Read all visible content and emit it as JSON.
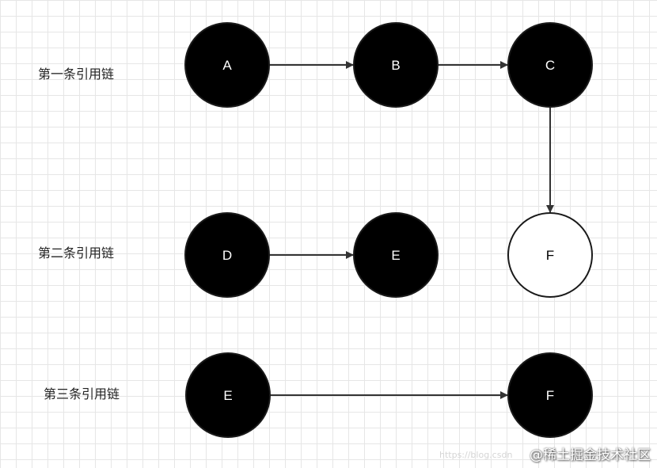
{
  "chains": [
    {
      "label": "第一条引用链"
    },
    {
      "label": "第二条引用链"
    },
    {
      "label": "第三条引用链"
    }
  ],
  "nodes": [
    {
      "id": "A1",
      "label": "A",
      "fill": "#000000",
      "text_color": "#ffffff"
    },
    {
      "id": "B1",
      "label": "B",
      "fill": "#000000",
      "text_color": "#ffffff"
    },
    {
      "id": "C1",
      "label": "C",
      "fill": "#000000",
      "text_color": "#ffffff"
    },
    {
      "id": "F1",
      "label": "F",
      "fill": "#ffffff",
      "text_color": "#000000"
    },
    {
      "id": "D2",
      "label": "D",
      "fill": "#000000",
      "text_color": "#ffffff"
    },
    {
      "id": "E2",
      "label": "E",
      "fill": "#000000",
      "text_color": "#ffffff"
    },
    {
      "id": "E3",
      "label": "E",
      "fill": "#000000",
      "text_color": "#ffffff"
    },
    {
      "id": "F3",
      "label": "F",
      "fill": "#000000",
      "text_color": "#ffffff"
    }
  ],
  "edges": [
    {
      "from": "A1",
      "to": "B1"
    },
    {
      "from": "B1",
      "to": "C1"
    },
    {
      "from": "C1",
      "to": "F1"
    },
    {
      "from": "D2",
      "to": "E2"
    },
    {
      "from": "E3",
      "to": "F3"
    }
  ],
  "colors": {
    "edge": "#333333",
    "node_stroke": "#1a1a1a"
  },
  "watermark": {
    "text": "@稀土掘金技术社区",
    "url": "https://blog.csdn"
  }
}
